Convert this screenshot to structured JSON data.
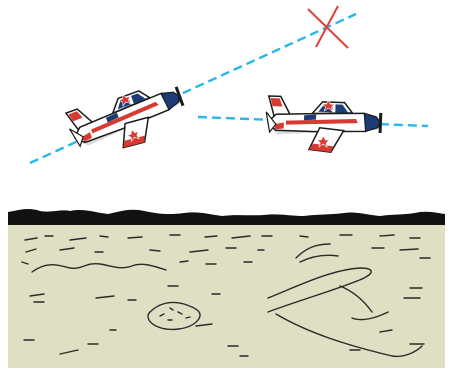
{
  "illustration": {
    "colors": {
      "sky": "#ffffff",
      "line_of_sight": "#29b6e8",
      "crosshair": "#e0403a",
      "plane_body": "#ffffff",
      "plane_red": "#d83a32",
      "plane_navy": "#1c3c78",
      "plane_outline": "#1a1a1a",
      "ground": "#dfdfc4",
      "horizon": "#111111",
      "terrain_marks": "#2a2a2a"
    },
    "planes": [
      {
        "name": "lead-aircraft",
        "heading": "climbing"
      },
      {
        "name": "wing-aircraft",
        "heading": "level"
      }
    ],
    "markers": {
      "crosshair_icon": "x-crosshair"
    }
  }
}
